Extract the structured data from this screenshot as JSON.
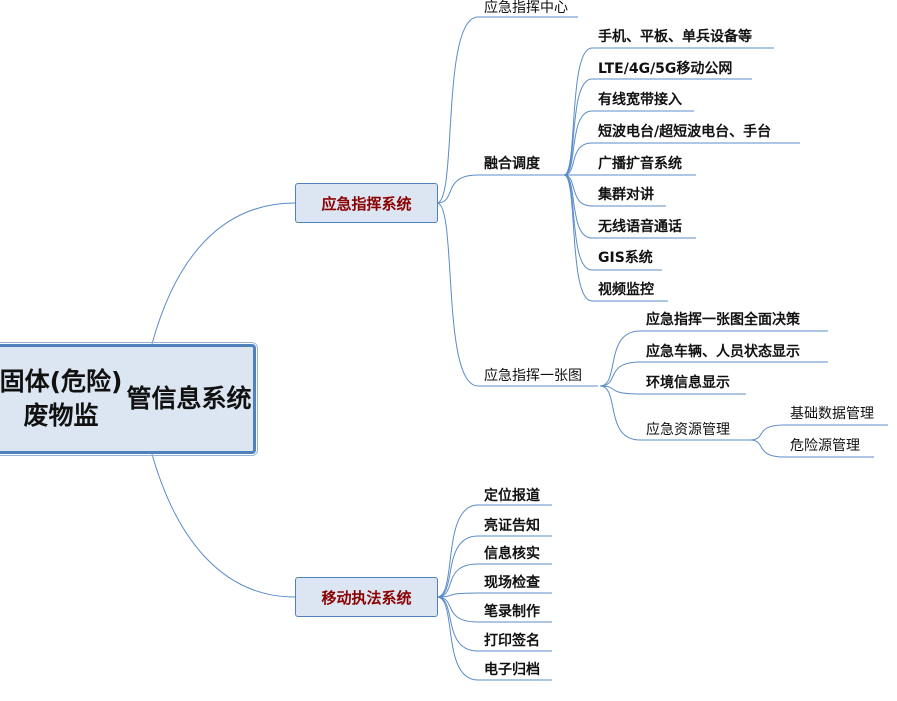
{
  "root": {
    "line1": "固体(危险)废物监",
    "line2": "管信息系统"
  },
  "branches": {
    "command": {
      "label": "应急指挥系统",
      "children": {
        "center": "应急指挥中心",
        "fusion": {
          "label": "融合调度",
          "items": [
            "手机、平板、单兵设备等",
            "LTE/4G/5G移动公网",
            "有线宽带接入",
            "短波电台/超短波电台、手台",
            "广播扩音系统",
            "集群对讲",
            "无线语音通话",
            "GIS系统",
            "视频监控"
          ]
        },
        "map": {
          "label": "应急指挥一张图",
          "items": [
            "应急指挥一张图全面决策",
            "应急车辆、人员状态显示",
            "环境信息显示"
          ],
          "resource": {
            "label": "应急资源管理",
            "items": [
              "基础数据管理",
              "危险源管理"
            ]
          }
        }
      }
    },
    "enforcement": {
      "label": "移动执法系统",
      "items": [
        "定位报道",
        "亮证告知",
        "信息核实",
        "现场检查",
        "笔录制作",
        "打印签名",
        "电子归档"
      ]
    }
  },
  "colors": {
    "line": "#4f81bd",
    "node_fill": "#dce6f2",
    "main_text": "#8b0000"
  }
}
